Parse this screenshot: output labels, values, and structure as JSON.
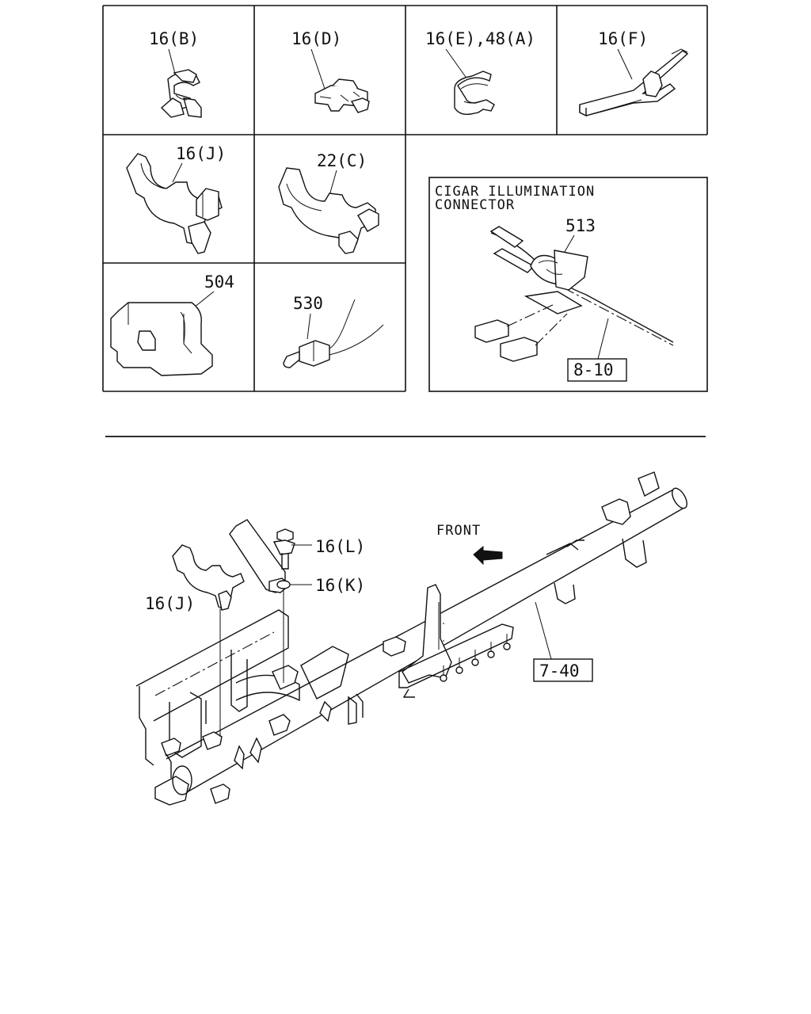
{
  "parts_grid": {
    "cells": [
      {
        "label": "16(B)"
      },
      {
        "label": "16(D)"
      },
      {
        "label": "16(E),48(A)"
      },
      {
        "label": "16(F)"
      },
      {
        "label": "16(J)"
      },
      {
        "label": "22(C)"
      },
      {
        "label": "504"
      },
      {
        "label": "530"
      }
    ]
  },
  "inset": {
    "title_line1": "CIGAR ILLUMINATION",
    "title_line2": "CONNECTOR",
    "part_label": "513",
    "ref_box": "8-10"
  },
  "main_view": {
    "front_label": "FRONT",
    "labels": {
      "clip_l": "16(L)",
      "clip_k": "16(K)",
      "clip_j": "16(J)",
      "ref_box": "7-40"
    }
  }
}
